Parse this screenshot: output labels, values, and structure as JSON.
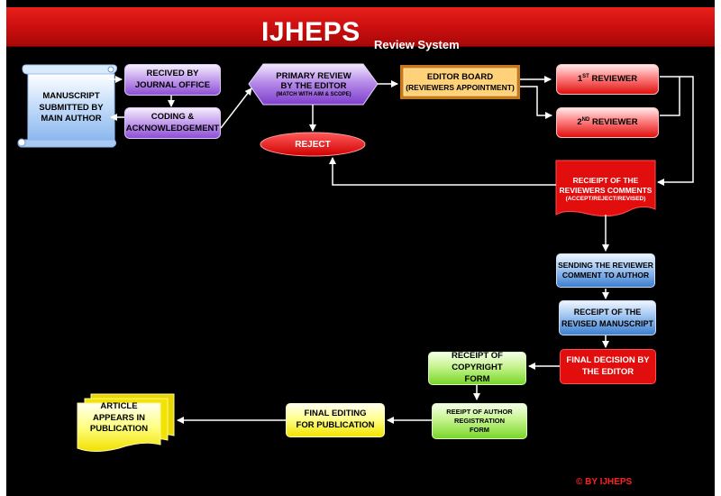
{
  "header": {
    "title": "IJHEPS",
    "subtitle": "Review System",
    "background_color": "#d01010"
  },
  "nodes": {
    "manuscript": "MANUSCRIPT SUBMITTED BY MAIN AUTHOR",
    "received": "RECIVED BY JOURNAL OFFICE",
    "coding": "CODING & ACKNOWLEDGEMENT",
    "primary_review": "PRIMARY REVIEW BY THE EDITOR",
    "primary_review_note": "(MATCH WITH AIM & SCOPE)",
    "reject": "REJECT",
    "editor_board": "EDITOR BOARD",
    "editor_board_note": "(REVIEWERS APPOINTMENT)",
    "reviewer1_num": "1",
    "reviewer1_sup": "ST",
    "reviewer1_label": "REVIEWER",
    "reviewer2_num": "2",
    "reviewer2_sup": "ND",
    "reviewer2_label": "REVIEWER",
    "receipt_comments": "RECIEIPT OF THE REVIEWERS COMMENTS",
    "receipt_comments_note": "(ACCEPT/REJECT/REVISED)",
    "sending_comment": "SENDING THE REVIEWER COMMENT TO AUTHOR",
    "receipt_revised": "RECEIPT OF THE REVISED MANUSCRIPT",
    "final_decision": "FINAL DECISION BY THE EDITOR",
    "copyright_form": "RECEIPT OF COPYRIGHT FORM",
    "author_registration": "REEIPT OF AUTHOR REGISTRATION FORM",
    "final_editing": "FINAL EDITING FOR PUBLICATION",
    "article_appears": "ARTICLE APPEARS IN PUBLICATION"
  },
  "footer": {
    "copyright": "© BY IJHEPS"
  },
  "colors": {
    "background": "#000000",
    "header_red": "#d01010",
    "connector": "#ffffff",
    "copyright_text": "#ff2020"
  }
}
